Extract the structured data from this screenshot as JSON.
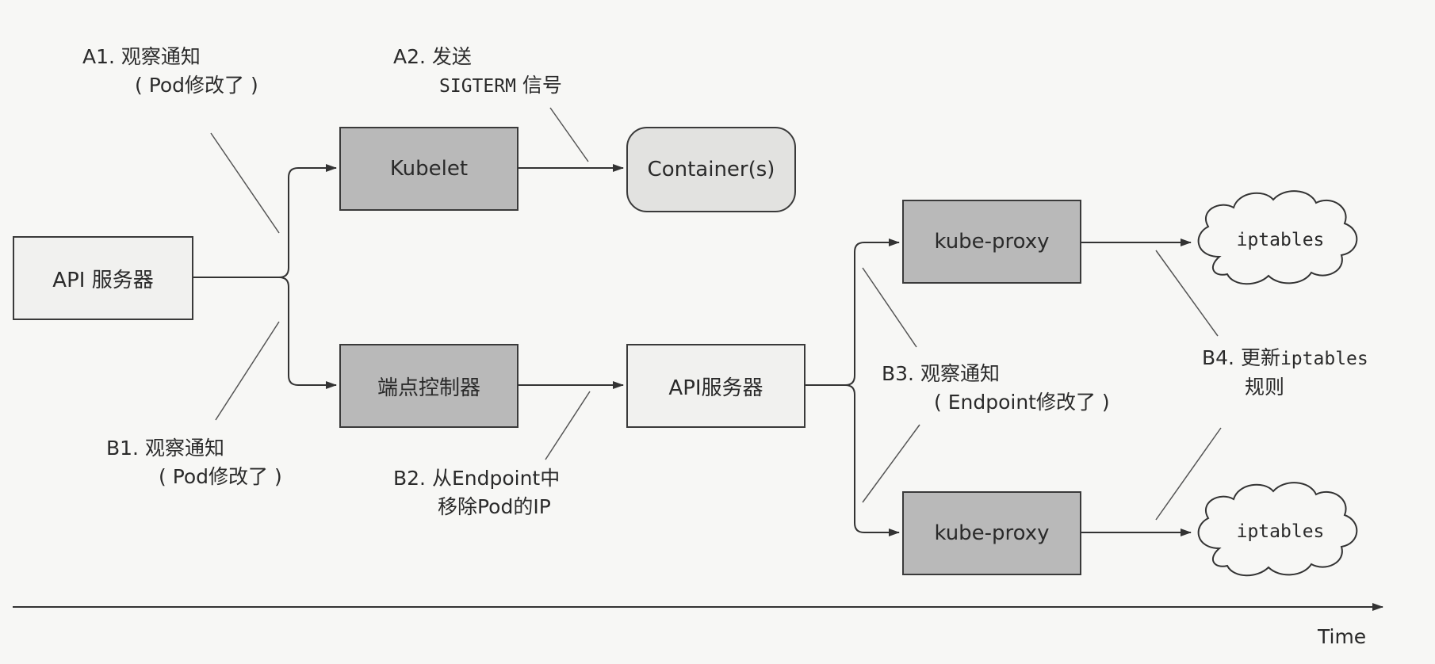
{
  "nodes": {
    "api_server_left": "API 服务器",
    "kubelet": "Kubelet",
    "container": "Container(s)",
    "endpoint_controller": "端点控制器",
    "api_server_mid": "API服务器",
    "kube_proxy_top": "kube-proxy",
    "kube_proxy_bottom": "kube-proxy",
    "iptables_top": "iptables",
    "iptables_bottom": "iptables"
  },
  "notes": {
    "a1": {
      "line1": "A1. 观察通知",
      "line2": "( Pod修改了 )"
    },
    "a2": {
      "line1": "A2. 发送",
      "line2_code": "SIGTERM",
      "line2_text": " 信号"
    },
    "b1": {
      "line1": "B1. 观察通知",
      "line2": "( Pod修改了 )"
    },
    "b2": {
      "line1": "B2. 从Endpoint中",
      "line2": "移除Pod的IP"
    },
    "b3": {
      "line1": "B3. 观察通知",
      "line2": "( Endpoint修改了 )"
    },
    "b4": {
      "line1_text": "B4. 更新",
      "line1_code": "iptables",
      "line2": "规则"
    }
  },
  "timeline": {
    "label": "Time"
  }
}
